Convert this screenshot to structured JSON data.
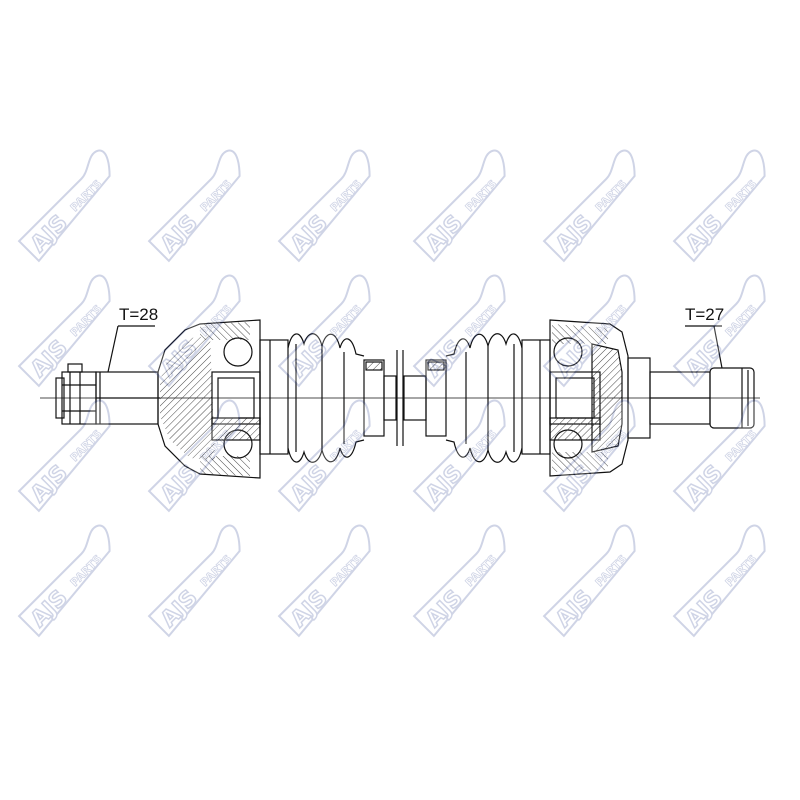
{
  "watermark": {
    "brand": "AJS",
    "sub": "PARTS",
    "color": "#2a3f8f",
    "fill": "#ffffff",
    "opacity": 0.22
  },
  "labels": {
    "left_teeth": "T=28",
    "right_teeth": "T=27"
  },
  "colors": {
    "line": "#111111",
    "hatch": "#333333"
  }
}
